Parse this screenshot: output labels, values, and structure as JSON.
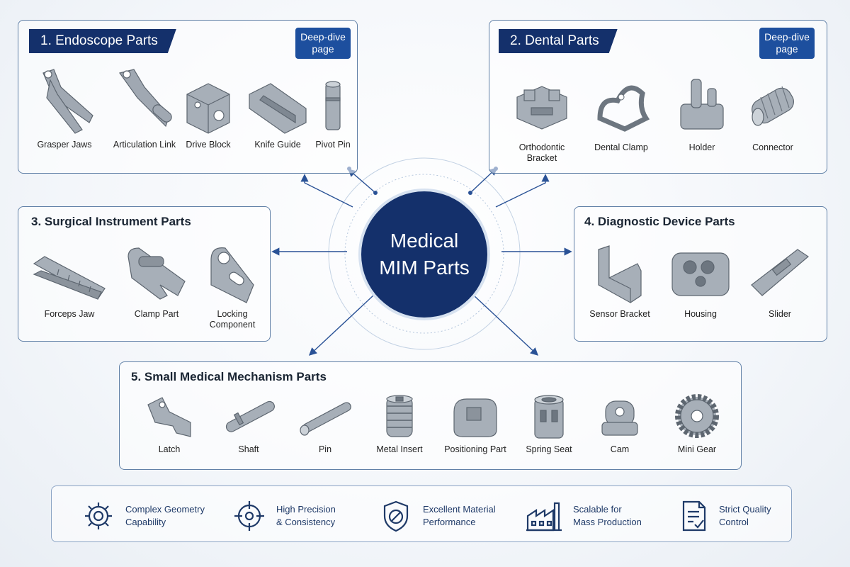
{
  "hub": {
    "line1": "Medical",
    "line2": "MIM Parts"
  },
  "deep_dive": {
    "line1": "Deep-dive",
    "line2": "page"
  },
  "sections": {
    "endoscope": {
      "title": "1. Endoscope Parts",
      "parts": [
        "Grasper Jaws",
        "Articulation Link",
        "Drive Block",
        "Knife Guide",
        "Pivot Pin"
      ]
    },
    "dental": {
      "title": "2. Dental Parts",
      "parts": [
        {
          "line1": "Orthodontic",
          "line2": "Bracket"
        },
        "Dental Clamp",
        "Holder",
        "Connector"
      ]
    },
    "surgical": {
      "title": "3. Surgical Instrument Parts",
      "parts": [
        "Forceps Jaw",
        "Clamp Part",
        {
          "line1": "Locking",
          "line2": "Component"
        }
      ]
    },
    "diagnostic": {
      "title": "4. Diagnostic Device Parts",
      "parts": [
        "Sensor Bracket",
        "Housing",
        "Slider"
      ]
    },
    "mechanism": {
      "title": "5. Small Medical Mechanism Parts",
      "parts": [
        "Latch",
        "Shaft",
        "Pin",
        "Metal Insert",
        "Positioning Part",
        "Spring Seat",
        "Cam",
        "Mini Gear"
      ]
    }
  },
  "features": [
    {
      "icon": "gear-icon",
      "line1": "Complex Geometry",
      "line2": "Capability"
    },
    {
      "icon": "crosshair-icon",
      "line1": "High Precision",
      "line2": "& Consistency"
    },
    {
      "icon": "shield-icon",
      "line1": "Excellent Material",
      "line2": "Performance"
    },
    {
      "icon": "factory-icon",
      "line1": "Scalable for",
      "line2": "Mass Production"
    },
    {
      "icon": "checklist-icon",
      "line1": "Strict Quality",
      "line2": "Control"
    }
  ],
  "colors": {
    "navy": "#14306b",
    "accent": "#1d4f9e",
    "border": "#5f7fa6",
    "metal": "#9aa3ad"
  }
}
